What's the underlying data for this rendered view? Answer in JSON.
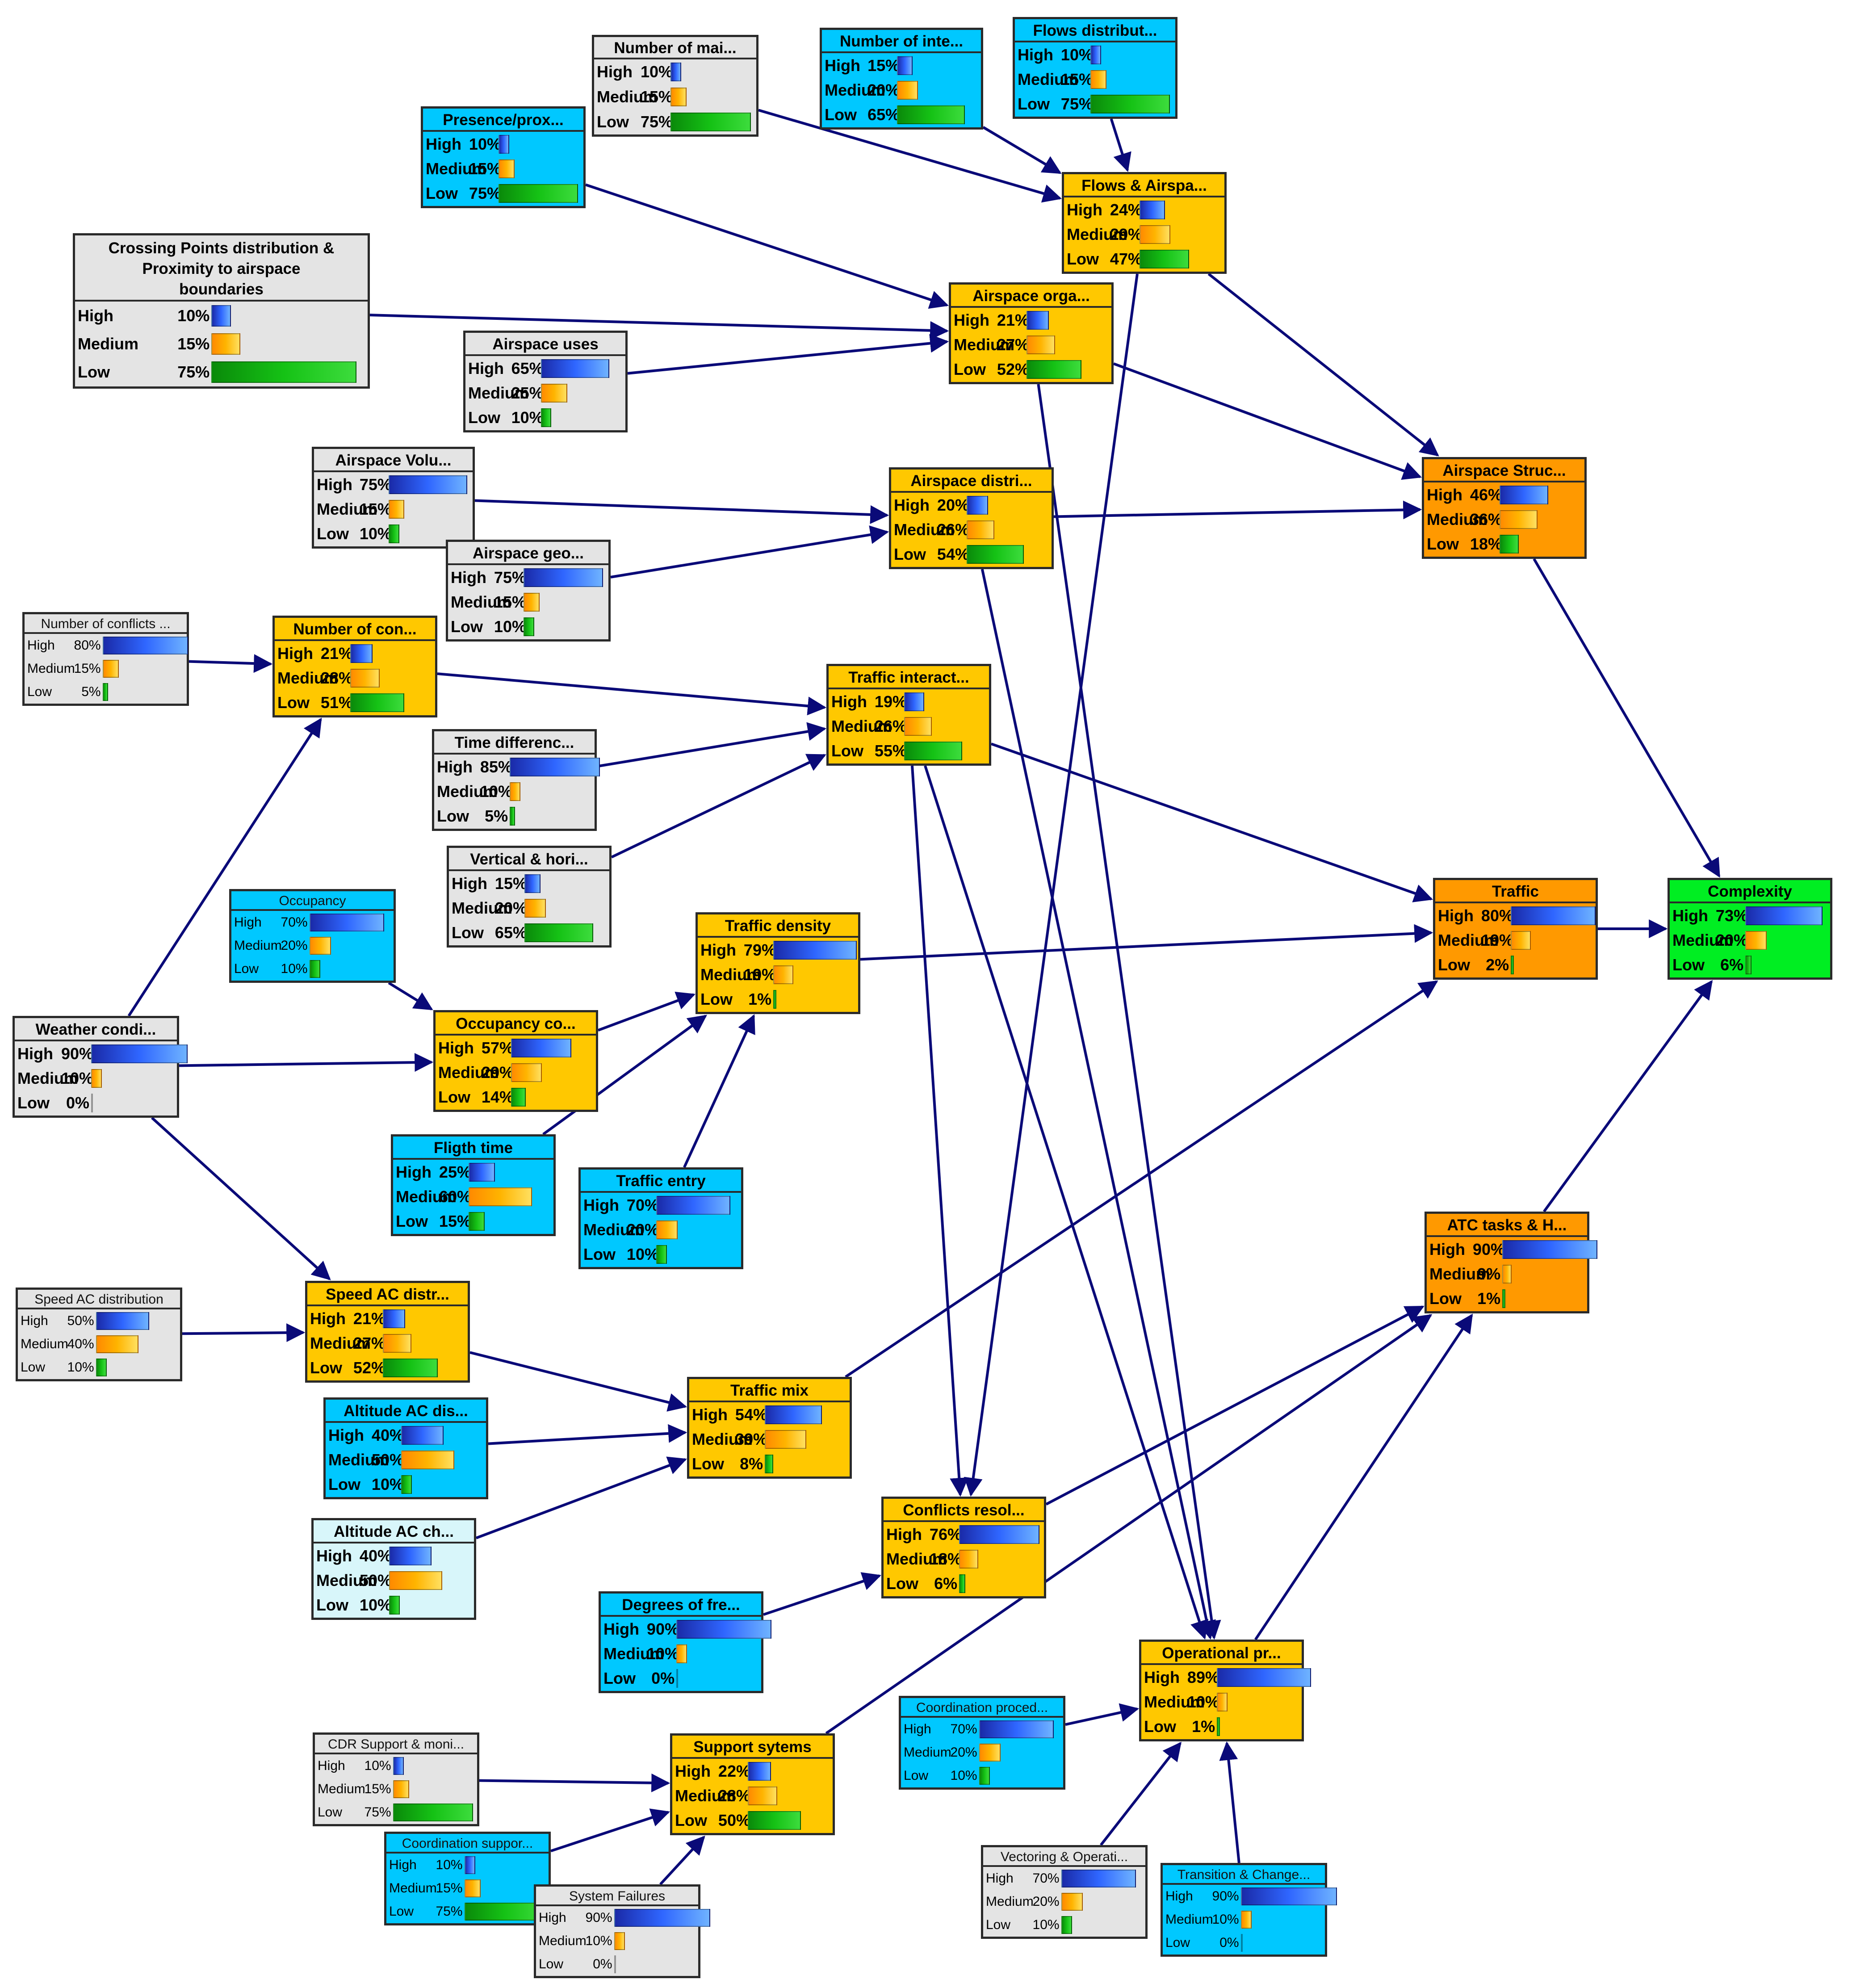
{
  "colors": {
    "gray": "#e4e4e4",
    "cyan": "#00c8ff",
    "lightcyan": "#d8f6fa",
    "yellow": "#ffc800",
    "orange": "#ff9900",
    "green": "#00ee22",
    "edge": "#0a0a78"
  },
  "nodes": [
    {
      "id": "num_mai",
      "title": "Number of mai...",
      "color": "gray",
      "states": [
        {
          "label": "High",
          "pct": "10%",
          "value": 10
        },
        {
          "label": "Medium",
          "pct": "15%",
          "value": 15
        },
        {
          "label": "Low",
          "pct": "75%",
          "value": 75
        }
      ]
    },
    {
      "id": "num_inte",
      "title": "Number of inte...",
      "color": "cyan",
      "states": [
        {
          "label": "High",
          "pct": "15%",
          "value": 15
        },
        {
          "label": "Medium",
          "pct": "20%",
          "value": 20
        },
        {
          "label": "Low",
          "pct": "65%",
          "value": 65
        }
      ]
    },
    {
      "id": "flows_dist",
      "title": "Flows distribut...",
      "color": "cyan",
      "states": [
        {
          "label": "High",
          "pct": "10%",
          "value": 10
        },
        {
          "label": "Medium",
          "pct": "15%",
          "value": 15
        },
        {
          "label": "Low",
          "pct": "75%",
          "value": 75
        }
      ]
    },
    {
      "id": "presence",
      "title": "Presence/prox...",
      "color": "cyan",
      "states": [
        {
          "label": "High",
          "pct": "10%",
          "value": 10
        },
        {
          "label": "Medium",
          "pct": "15%",
          "value": 15
        },
        {
          "label": "Low",
          "pct": "75%",
          "value": 75
        }
      ]
    },
    {
      "id": "flows_airspa",
      "title": "Flows & Airspa...",
      "color": "yellow",
      "states": [
        {
          "label": "High",
          "pct": "24%",
          "value": 24
        },
        {
          "label": "Medium",
          "pct": "29%",
          "value": 29
        },
        {
          "label": "Low",
          "pct": "47%",
          "value": 47
        }
      ]
    },
    {
      "id": "crossing",
      "title": "Crossing Points distribution & Proximity to airspace boundaries",
      "color": "gray",
      "states": [
        {
          "label": "High",
          "pct": "10%",
          "value": 10
        },
        {
          "label": "Medium",
          "pct": "15%",
          "value": 15
        },
        {
          "label": "Low",
          "pct": "75%",
          "value": 75
        }
      ]
    },
    {
      "id": "airspace_orga",
      "title": "Airspace orga...",
      "color": "yellow",
      "states": [
        {
          "label": "High",
          "pct": "21%",
          "value": 21
        },
        {
          "label": "Medium",
          "pct": "27%",
          "value": 27
        },
        {
          "label": "Low",
          "pct": "52%",
          "value": 52
        }
      ]
    },
    {
      "id": "airspace_uses",
      "title": "Airspace uses",
      "color": "gray",
      "states": [
        {
          "label": "High",
          "pct": "65%",
          "value": 65
        },
        {
          "label": "Medium",
          "pct": "25%",
          "value": 25
        },
        {
          "label": "Low",
          "pct": "10%",
          "value": 10
        }
      ]
    },
    {
      "id": "airspace_volu",
      "title": "Airspace Volu...",
      "color": "gray",
      "states": [
        {
          "label": "High",
          "pct": "75%",
          "value": 75
        },
        {
          "label": "Medium",
          "pct": "15%",
          "value": 15
        },
        {
          "label": "Low",
          "pct": "10%",
          "value": 10
        }
      ]
    },
    {
      "id": "airspace_distri",
      "title": "Airspace distri...",
      "color": "yellow",
      "states": [
        {
          "label": "High",
          "pct": "20%",
          "value": 20
        },
        {
          "label": "Medium",
          "pct": "26%",
          "value": 26
        },
        {
          "label": "Low",
          "pct": "54%",
          "value": 54
        }
      ]
    },
    {
      "id": "airspace_struc",
      "title": "Airspace Struc...",
      "color": "orange",
      "states": [
        {
          "label": "High",
          "pct": "46%",
          "value": 46
        },
        {
          "label": "Medium",
          "pct": "36%",
          "value": 36
        },
        {
          "label": "Low",
          "pct": "18%",
          "value": 18
        }
      ]
    },
    {
      "id": "airspace_geo",
      "title": "Airspace geo...",
      "color": "gray",
      "states": [
        {
          "label": "High",
          "pct": "75%",
          "value": 75
        },
        {
          "label": "Medium",
          "pct": "15%",
          "value": 15
        },
        {
          "label": "Low",
          "pct": "10%",
          "value": 10
        }
      ]
    },
    {
      "id": "num_conflicts",
      "title": "Number of conflicts ...",
      "color": "gray",
      "states": [
        {
          "label": "High",
          "pct": "80%",
          "value": 80
        },
        {
          "label": "Medium",
          "pct": "15%",
          "value": 15
        },
        {
          "label": "Low",
          "pct": "5%",
          "value": 5
        }
      ]
    },
    {
      "id": "num_con",
      "title": "Number of con...",
      "color": "yellow",
      "states": [
        {
          "label": "High",
          "pct": "21%",
          "value": 21
        },
        {
          "label": "Medium",
          "pct": "28%",
          "value": 28
        },
        {
          "label": "Low",
          "pct": "51%",
          "value": 51
        }
      ]
    },
    {
      "id": "traffic_interact",
      "title": "Traffic interact...",
      "color": "yellow",
      "states": [
        {
          "label": "High",
          "pct": "19%",
          "value": 19
        },
        {
          "label": "Medium",
          "pct": "26%",
          "value": 26
        },
        {
          "label": "Low",
          "pct": "55%",
          "value": 55
        }
      ]
    },
    {
      "id": "time_diff",
      "title": "Time differenc...",
      "color": "gray",
      "states": [
        {
          "label": "High",
          "pct": "85%",
          "value": 85
        },
        {
          "label": "Medium",
          "pct": "10%",
          "value": 10
        },
        {
          "label": "Low",
          "pct": "5%",
          "value": 5
        }
      ]
    },
    {
      "id": "vertical_hori",
      "title": "Vertical & hori...",
      "color": "gray",
      "states": [
        {
          "label": "High",
          "pct": "15%",
          "value": 15
        },
        {
          "label": "Medium",
          "pct": "20%",
          "value": 20
        },
        {
          "label": "Low",
          "pct": "65%",
          "value": 65
        }
      ]
    },
    {
      "id": "traffic",
      "title": "Traffic",
      "color": "orange",
      "states": [
        {
          "label": "High",
          "pct": "80%",
          "value": 80
        },
        {
          "label": "Medium",
          "pct": "19%",
          "value": 19
        },
        {
          "label": "Low",
          "pct": "2%",
          "value": 2
        }
      ]
    },
    {
      "id": "complexity",
      "title": "Complexity",
      "color": "green",
      "states": [
        {
          "label": "High",
          "pct": "73%",
          "value": 73
        },
        {
          "label": "Medium",
          "pct": "20%",
          "value": 20
        },
        {
          "label": "Low",
          "pct": "6%",
          "value": 6
        }
      ]
    },
    {
      "id": "occupancy",
      "title": "Occupancy",
      "color": "cyan",
      "states": [
        {
          "label": "High",
          "pct": "70%",
          "value": 70
        },
        {
          "label": "Medium",
          "pct": "20%",
          "value": 20
        },
        {
          "label": "Low",
          "pct": "10%",
          "value": 10
        }
      ]
    },
    {
      "id": "traffic_density",
      "title": "Traffic density",
      "color": "yellow",
      "states": [
        {
          "label": "High",
          "pct": "79%",
          "value": 79
        },
        {
          "label": "Medium",
          "pct": "19%",
          "value": 19
        },
        {
          "label": "Low",
          "pct": "1%",
          "value": 1
        }
      ]
    },
    {
      "id": "weather",
      "title": "Weather condi...",
      "color": "gray",
      "states": [
        {
          "label": "High",
          "pct": "90%",
          "value": 90
        },
        {
          "label": "Medium",
          "pct": "10%",
          "value": 10
        },
        {
          "label": "Low",
          "pct": "0%",
          "value": 0
        }
      ]
    },
    {
      "id": "occupancy_co",
      "title": "Occupancy co...",
      "color": "yellow",
      "states": [
        {
          "label": "High",
          "pct": "57%",
          "value": 57
        },
        {
          "label": "Medium",
          "pct": "29%",
          "value": 29
        },
        {
          "label": "Low",
          "pct": "14%",
          "value": 14
        }
      ]
    },
    {
      "id": "flight_time",
      "title": "Fligth time",
      "color": "cyan",
      "states": [
        {
          "label": "High",
          "pct": "25%",
          "value": 25
        },
        {
          "label": "Medium",
          "pct": "60%",
          "value": 60
        },
        {
          "label": "Low",
          "pct": "15%",
          "value": 15
        }
      ]
    },
    {
      "id": "traffic_entry",
      "title": "Traffic entry",
      "color": "cyan",
      "states": [
        {
          "label": "High",
          "pct": "70%",
          "value": 70
        },
        {
          "label": "Medium",
          "pct": "20%",
          "value": 20
        },
        {
          "label": "Low",
          "pct": "10%",
          "value": 10
        }
      ]
    },
    {
      "id": "atc_tasks",
      "title": "ATC tasks & H...",
      "color": "orange",
      "states": [
        {
          "label": "High",
          "pct": "90%",
          "value": 90
        },
        {
          "label": "Medium",
          "pct": "9%",
          "value": 9
        },
        {
          "label": "Low",
          "pct": "1%",
          "value": 1
        }
      ]
    },
    {
      "id": "speed_dist",
      "title": "Speed AC distribution",
      "color": "gray",
      "states": [
        {
          "label": "High",
          "pct": "50%",
          "value": 50
        },
        {
          "label": "Medium",
          "pct": "40%",
          "value": 40
        },
        {
          "label": "Low",
          "pct": "10%",
          "value": 10
        }
      ]
    },
    {
      "id": "speed_distr",
      "title": "Speed AC distr...",
      "color": "yellow",
      "states": [
        {
          "label": "High",
          "pct": "21%",
          "value": 21
        },
        {
          "label": "Medium",
          "pct": "27%",
          "value": 27
        },
        {
          "label": "Low",
          "pct": "52%",
          "value": 52
        }
      ]
    },
    {
      "id": "altitude_dis",
      "title": "Altitude AC dis...",
      "color": "cyan",
      "states": [
        {
          "label": "High",
          "pct": "40%",
          "value": 40
        },
        {
          "label": "Medium",
          "pct": "50%",
          "value": 50
        },
        {
          "label": "Low",
          "pct": "10%",
          "value": 10
        }
      ]
    },
    {
      "id": "traffic_mix",
      "title": "Traffic mix",
      "color": "yellow",
      "states": [
        {
          "label": "High",
          "pct": "54%",
          "value": 54
        },
        {
          "label": "Medium",
          "pct": "39%",
          "value": 39
        },
        {
          "label": "Low",
          "pct": "8%",
          "value": 8
        }
      ]
    },
    {
      "id": "altitude_ch",
      "title": "Altitude AC ch...",
      "color": "lightcyan",
      "states": [
        {
          "label": "High",
          "pct": "40%",
          "value": 40
        },
        {
          "label": "Medium",
          "pct": "50%",
          "value": 50
        },
        {
          "label": "Low",
          "pct": "10%",
          "value": 10
        }
      ]
    },
    {
      "id": "conflicts_resol",
      "title": "Conflicts resol...",
      "color": "yellow",
      "states": [
        {
          "label": "High",
          "pct": "76%",
          "value": 76
        },
        {
          "label": "Medium",
          "pct": "18%",
          "value": 18
        },
        {
          "label": "Low",
          "pct": "6%",
          "value": 6
        }
      ]
    },
    {
      "id": "degrees",
      "title": "Degrees of fre...",
      "color": "cyan",
      "states": [
        {
          "label": "High",
          "pct": "90%",
          "value": 90
        },
        {
          "label": "Medium",
          "pct": "10%",
          "value": 10
        },
        {
          "label": "Low",
          "pct": "0%",
          "value": 0
        }
      ]
    },
    {
      "id": "operational",
      "title": "Operational pr...",
      "color": "yellow",
      "states": [
        {
          "label": "High",
          "pct": "89%",
          "value": 89
        },
        {
          "label": "Medium",
          "pct": "10%",
          "value": 10
        },
        {
          "label": "Low",
          "pct": "1%",
          "value": 1
        }
      ]
    },
    {
      "id": "coord_proced",
      "title": "Coordination proced...",
      "color": "cyan",
      "states": [
        {
          "label": "High",
          "pct": "70%",
          "value": 70
        },
        {
          "label": "Medium",
          "pct": "20%",
          "value": 20
        },
        {
          "label": "Low",
          "pct": "10%",
          "value": 10
        }
      ]
    },
    {
      "id": "cdr_support",
      "title": "CDR Support & moni...",
      "color": "gray",
      "states": [
        {
          "label": "High",
          "pct": "10%",
          "value": 10
        },
        {
          "label": "Medium",
          "pct": "15%",
          "value": 15
        },
        {
          "label": "Low",
          "pct": "75%",
          "value": 75
        }
      ]
    },
    {
      "id": "support_sys",
      "title": "Support sytems",
      "color": "yellow",
      "states": [
        {
          "label": "High",
          "pct": "22%",
          "value": 22
        },
        {
          "label": "Medium",
          "pct": "28%",
          "value": 28
        },
        {
          "label": "Low",
          "pct": "50%",
          "value": 50
        }
      ]
    },
    {
      "id": "coord_suppor",
      "title": "Coordination suppor...",
      "color": "cyan",
      "states": [
        {
          "label": "High",
          "pct": "10%",
          "value": 10
        },
        {
          "label": "Medium",
          "pct": "15%",
          "value": 15
        },
        {
          "label": "Low",
          "pct": "75%",
          "value": 75
        }
      ]
    },
    {
      "id": "sys_failures",
      "title": "System Failures",
      "color": "gray",
      "states": [
        {
          "label": "High",
          "pct": "90%",
          "value": 90
        },
        {
          "label": "Medium",
          "pct": "10%",
          "value": 10
        },
        {
          "label": "Low",
          "pct": "0%",
          "value": 0
        }
      ]
    },
    {
      "id": "vectoring",
      "title": "Vectoring & Operati...",
      "color": "gray",
      "states": [
        {
          "label": "High",
          "pct": "70%",
          "value": 70
        },
        {
          "label": "Medium",
          "pct": "20%",
          "value": 20
        },
        {
          "label": "Low",
          "pct": "10%",
          "value": 10
        }
      ]
    },
    {
      "id": "transition",
      "title": "Transition & Change...",
      "color": "cyan",
      "states": [
        {
          "label": "High",
          "pct": "90%",
          "value": 90
        },
        {
          "label": "Medium",
          "pct": "10%",
          "value": 10
        },
        {
          "label": "Low",
          "pct": "0%",
          "value": 0
        }
      ]
    }
  ],
  "edges": [
    [
      "num_mai",
      "flows_airspa"
    ],
    [
      "num_inte",
      "flows_airspa"
    ],
    [
      "flows_dist",
      "flows_airspa"
    ],
    [
      "presence",
      "airspace_orga"
    ],
    [
      "crossing",
      "airspace_orga"
    ],
    [
      "airspace_uses",
      "airspace_orga"
    ],
    [
      "flows_airspa",
      "airspace_struc"
    ],
    [
      "airspace_orga",
      "airspace_struc"
    ],
    [
      "airspace_distri",
      "airspace_struc"
    ],
    [
      "airspace_volu",
      "airspace_distri"
    ],
    [
      "airspace_geo",
      "airspace_distri"
    ],
    [
      "airspace_struc",
      "complexity"
    ],
    [
      "traffic",
      "complexity"
    ],
    [
      "atc_tasks",
      "complexity"
    ],
    [
      "num_conflicts",
      "num_con"
    ],
    [
      "num_con",
      "traffic_interact"
    ],
    [
      "time_diff",
      "traffic_interact"
    ],
    [
      "vertical_hori",
      "traffic_interact"
    ],
    [
      "traffic_interact",
      "traffic"
    ],
    [
      "traffic_density",
      "traffic"
    ],
    [
      "traffic_mix",
      "traffic"
    ],
    [
      "weather",
      "num_con"
    ],
    [
      "weather",
      "occupancy_co"
    ],
    [
      "weather",
      "speed_distr"
    ],
    [
      "occupancy",
      "occupancy_co"
    ],
    [
      "occupancy_co",
      "traffic_density"
    ],
    [
      "flight_time",
      "traffic_density"
    ],
    [
      "traffic_entry",
      "traffic_density"
    ],
    [
      "speed_dist",
      "speed_distr"
    ],
    [
      "speed_distr",
      "traffic_mix"
    ],
    [
      "altitude_dis",
      "traffic_mix"
    ],
    [
      "altitude_ch",
      "traffic_mix"
    ],
    [
      "flows_airspa",
      "conflicts_resol"
    ],
    [
      "traffic_interact",
      "conflicts_resol"
    ],
    [
      "degrees",
      "conflicts_resol"
    ],
    [
      "airspace_orga",
      "operational"
    ],
    [
      "airspace_distri",
      "operational"
    ],
    [
      "traffic_interact",
      "operational"
    ],
    [
      "coord_proced",
      "operational"
    ],
    [
      "vectoring",
      "operational"
    ],
    [
      "transition",
      "operational"
    ],
    [
      "conflicts_resol",
      "atc_tasks"
    ],
    [
      "support_sys",
      "atc_tasks"
    ],
    [
      "operational",
      "atc_tasks"
    ],
    [
      "cdr_support",
      "support_sys"
    ],
    [
      "coord_suppor",
      "support_sys"
    ],
    [
      "sys_failures",
      "support_sys"
    ]
  ]
}
